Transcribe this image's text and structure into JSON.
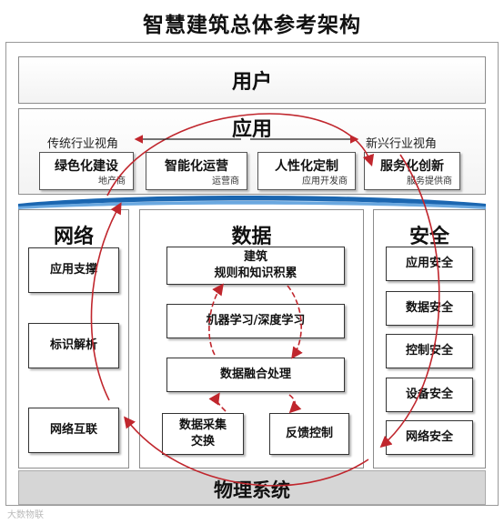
{
  "title": "智慧建筑总体参考架构",
  "user_layer": {
    "label": "用户"
  },
  "application_layer": {
    "label": "应用",
    "perspective_left": "传统行业视角",
    "perspective_right": "新兴行业视角",
    "cards": [
      {
        "title": "绿色化建设",
        "sub": "地产商"
      },
      {
        "title": "智能化运营",
        "sub": "运营商"
      },
      {
        "title": "人性化定制",
        "sub": "应用开发商"
      },
      {
        "title": "服务化创新",
        "sub": "服务提供商"
      }
    ]
  },
  "network": {
    "label": "网络",
    "items": [
      "应用支撑",
      "标识解析",
      "网络互联"
    ]
  },
  "data_col": {
    "label": "数据",
    "items": [
      "建筑\n规则和知识积累",
      "机器学习/深度学习",
      "数据融合处理",
      "数据采集\n交换",
      "反馈控制"
    ]
  },
  "security": {
    "label": "安全",
    "items": [
      "应用安全",
      "数据安全",
      "控制安全",
      "设备安全",
      "网络安全"
    ]
  },
  "physical_layer": {
    "label": "物理系统"
  },
  "watermark": "大数物联",
  "colors": {
    "arrow": "#c0262d",
    "wave": "#1b66b0",
    "panel_border": "#8c8c8c"
  }
}
